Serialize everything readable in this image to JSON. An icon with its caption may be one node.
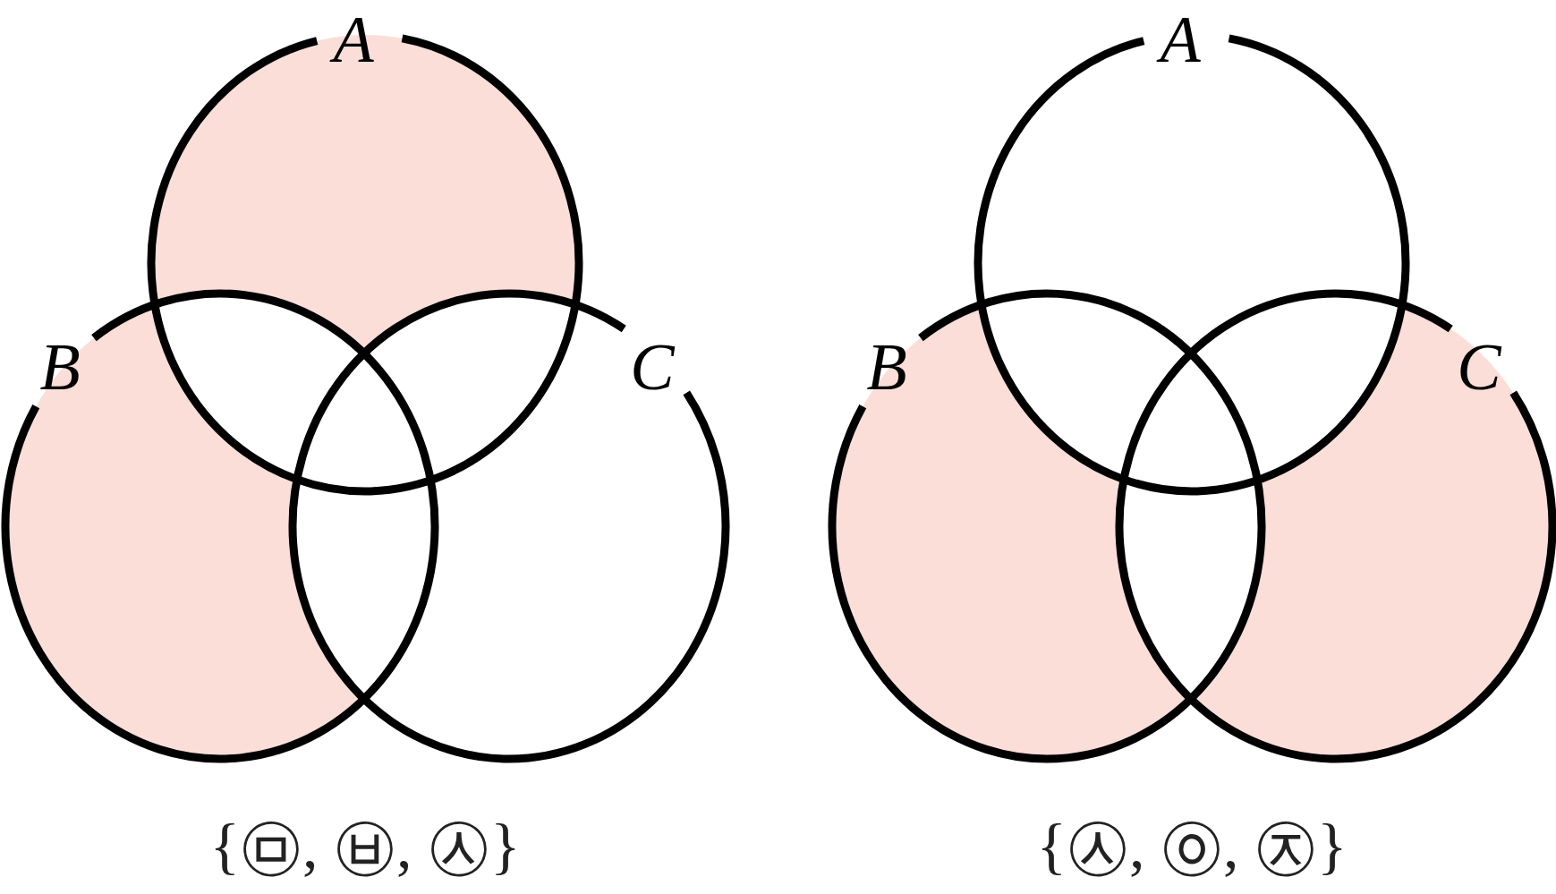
{
  "diagram": {
    "nodes": [
      {
        "text": [
          "A"
        ]
      },
      {
        "text": [
          "B"
        ]
      },
      {
        "text": [
          "C"
        ]
      },
      {
        "text": [
          "A"
        ]
      },
      {
        "text": [
          "B"
        ]
      },
      {
        "text": [
          "C"
        ]
      }
    ],
    "labels": [
      "{㉤, ㉥, ㉦}",
      "{㉦, ㉧, ㉨}"
    ]
  }
}
